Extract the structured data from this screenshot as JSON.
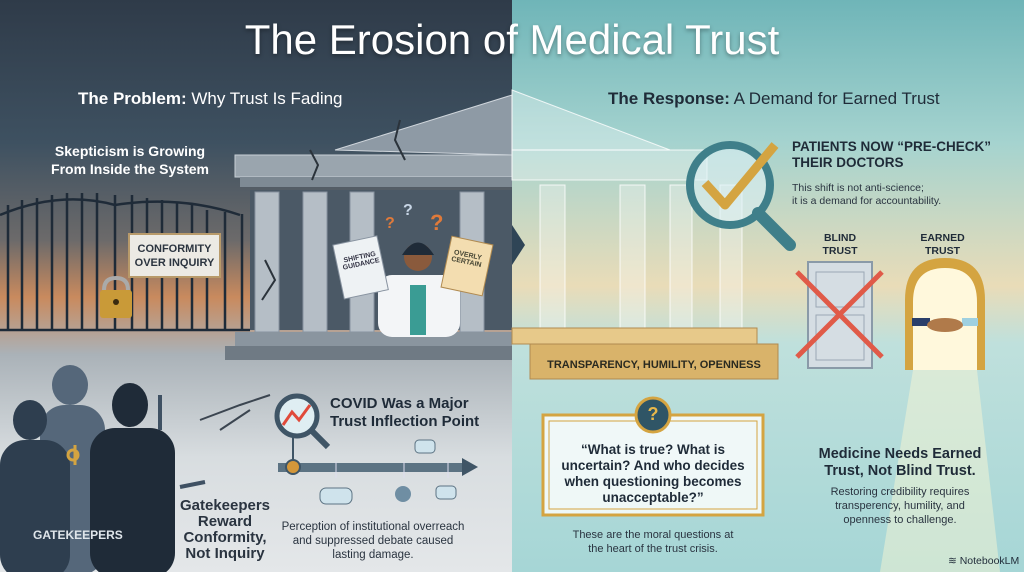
{
  "title": "The Erosion of Medical Trust",
  "left": {
    "heading_bold": "The Problem:",
    "heading_rest": " Why Trust Is Fading",
    "skepticism": [
      "Skepticism is Growing",
      "From Inside the System"
    ],
    "gate_sign": [
      "CONFORMITY",
      "OVER INQUIRY"
    ],
    "paper_left": [
      "SHIFTING",
      "GUIDANCE"
    ],
    "paper_right": [
      "OVERLY",
      "CERTAIN"
    ],
    "question_marks": [
      "?",
      "?",
      "?"
    ],
    "gatekeepers_label": "GATEKEEPERS",
    "gatekeepers_caption": [
      "Gatekeepers",
      "Reward",
      "Conformity,",
      "Not Inquiry"
    ],
    "covid_heading": [
      "COVID Was a Major",
      "Trust Inflection Point"
    ],
    "covid_text": [
      "Perception of institutional overreach",
      "and suppressed debate caused",
      "lasting damage."
    ]
  },
  "right": {
    "heading_bold": "The Response:",
    "heading_rest": " A Demand for Earned Trust",
    "plinth_label": "TRANSPARENCY, HUMILITY, OPENNESS",
    "precheck_heading": [
      "PATIENTS NOW “PRE-CHECK”",
      "THEIR DOCTORS"
    ],
    "precheck_text": [
      "This shift is not anti-science;",
      "it is a demand for accountability."
    ],
    "blind_trust": [
      "BLIND",
      "TRUST"
    ],
    "earned_trust": [
      "EARNED",
      "TRUST"
    ],
    "quote_icon": "?",
    "quote": [
      "“What is true? What is",
      "uncertain? And who decides",
      "when questioning becomes",
      "unacceptable?”"
    ],
    "quote_caption": [
      "These are the moral questions at",
      "the heart of the trust crisis."
    ],
    "conclusion_heading": [
      "Medicine Needs Earned",
      "Trust, Not Blind Trust."
    ],
    "conclusion_text": [
      "Restoring credibility requires",
      "transperency, humility, and",
      "openness to challenge."
    ]
  },
  "branding": "NotebookLM",
  "colors": {
    "accent_orange": "#e07a3a",
    "gold": "#d4a441",
    "teal": "#3f7f8a",
    "dark": "#1f2b38"
  }
}
